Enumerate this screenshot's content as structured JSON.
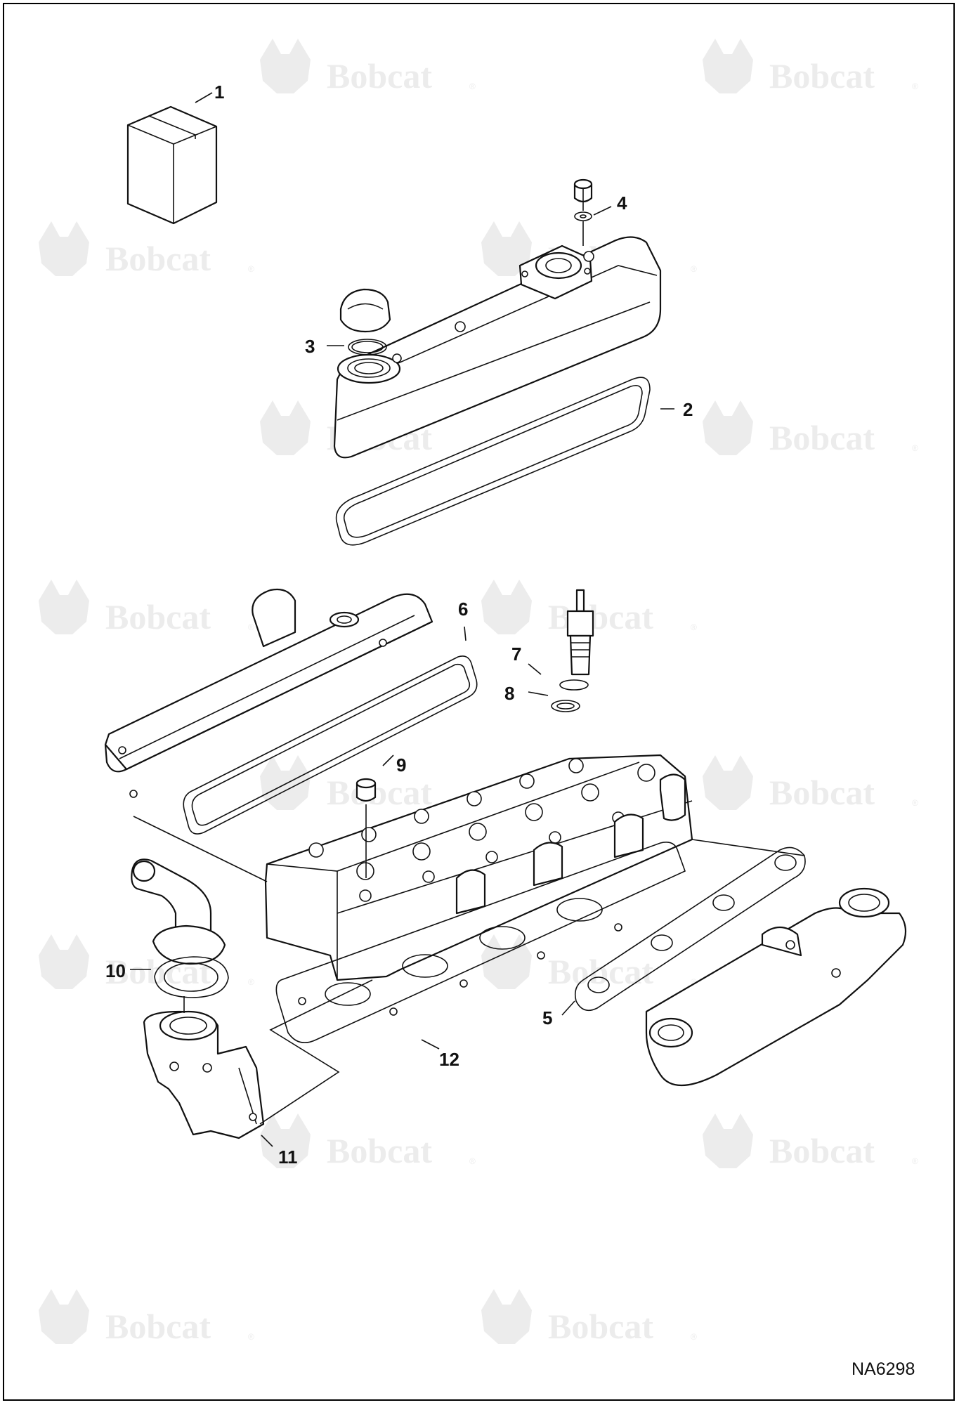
{
  "diagram": {
    "callouts": [
      "1",
      "2",
      "3",
      "4",
      "5",
      "6",
      "7",
      "8",
      "9",
      "10",
      "11",
      "12"
    ],
    "reference_code": "NA6298"
  },
  "watermark": {
    "brand_text": "Bobcat",
    "registered_mark": "®",
    "logo_icon": "bobcat-head-icon"
  }
}
